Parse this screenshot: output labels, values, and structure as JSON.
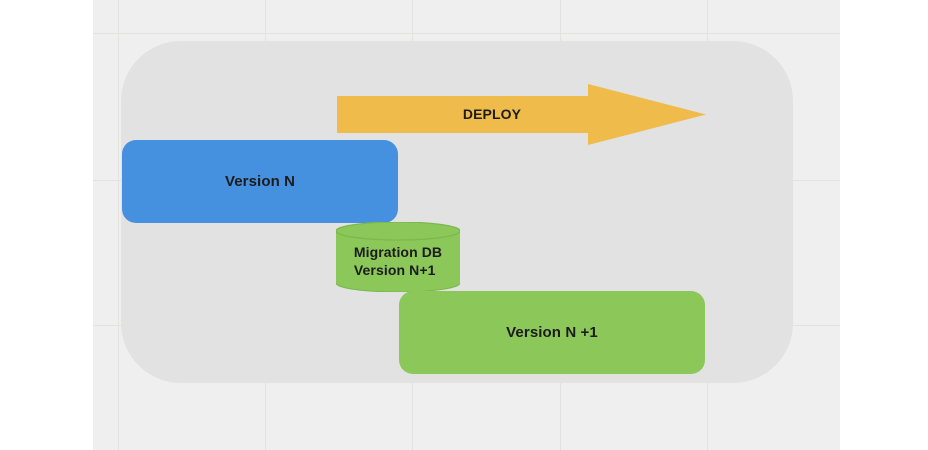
{
  "canvas": {
    "background_color": "#efefef",
    "page_background_color": "#ffffff",
    "grid_color": "#e2e2de",
    "grid_vertical_x": [
      25,
      172,
      319,
      467,
      614,
      747
    ],
    "grid_horizontal_y": [
      33,
      180,
      325
    ]
  },
  "container": {
    "name": "deployment-boundary",
    "fill_color": "#e2e2e2"
  },
  "nodes": {
    "version_n": {
      "label": "Version N",
      "color": "#4591e0",
      "shape": "rounded-rectangle"
    },
    "version_n_plus_1": {
      "label": "Version N +1",
      "color": "#8cc75a",
      "shape": "rounded-rectangle"
    },
    "migration_db": {
      "label": "Migration DB\nVersion N+1",
      "line1": "Migration DB",
      "line2": "Version N+1",
      "color": "#8cc75a",
      "shape": "cylinder"
    }
  },
  "arrow": {
    "label": "DEPLOY",
    "color": "#efbb4a",
    "direction": "right"
  }
}
